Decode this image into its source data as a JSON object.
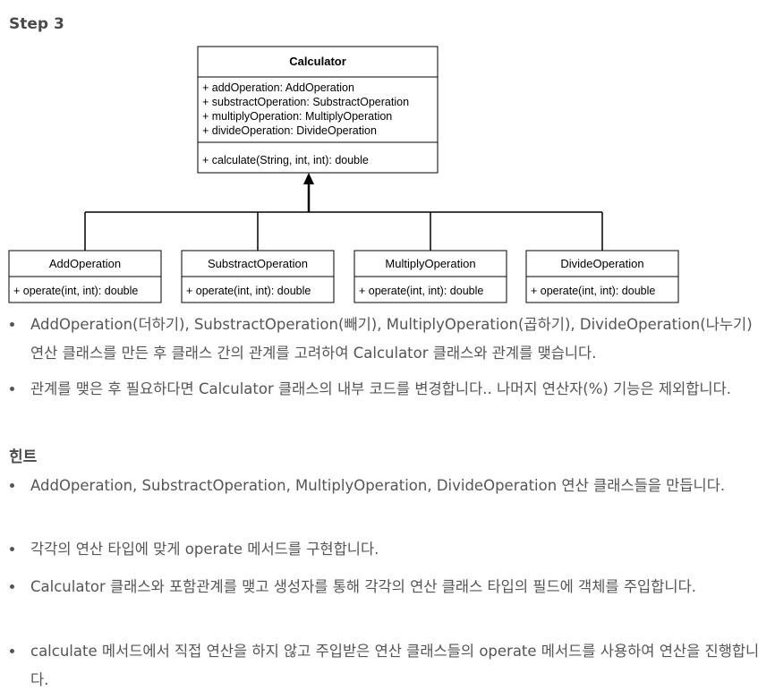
{
  "step_heading": "Step 3",
  "diagram": {
    "calculator": {
      "name": "Calculator",
      "attributes": [
        "+ addOperation: AddOperation",
        "+ substractOperation: SubstractOperation",
        "+ multiplyOperation: MultiplyOperation",
        "+ divideOperation: DivideOperation"
      ],
      "method": "+ calculate(String, int, int): double"
    },
    "subclasses": [
      {
        "name": "AddOperation",
        "method": "+ operate(int, int): double"
      },
      {
        "name": "SubstractOperation",
        "method": "+ operate(int, int): double"
      },
      {
        "name": "MultiplyOperation",
        "method": "+ operate(int, int): double"
      },
      {
        "name": "DivideOperation",
        "method": "+ operate(int, int): double"
      }
    ]
  },
  "step_bullets": [
    "AddOperation(더하기), SubstractOperation(빼기), MultiplyOperation(곱하기), DivideOperation(나누기) 연산 클래스를 만든 후 클래스 간의 관계를 고려하여 Calculator 클래스와 관계를 맺습니다.",
    "관계를 맺은 후 필요하다면 Calculator 클래스의 내부 코드를 변경합니다.. 나머지 연산자(%) 기능은 제외합니다."
  ],
  "hint_heading": "힌트",
  "hint_bullets": [
    "AddOperation, SubstractOperation, MultiplyOperation, DivideOperation 연산 클래스들을 만듭니다.",
    "각각의 연산 타입에 맞게 operate 메서드를 구현합니다.",
    "Calculator 클래스와 포함관계를 맺고 생성자를 통해 각각의 연산 클래스 타입의 필드에 객체를 주입합니다.",
    "calculate 메서드에서 직접 연산을 하지 않고 주입받은 연산 클래스들의 operate 메서드를 사용하여 연산을 진행합니다."
  ]
}
